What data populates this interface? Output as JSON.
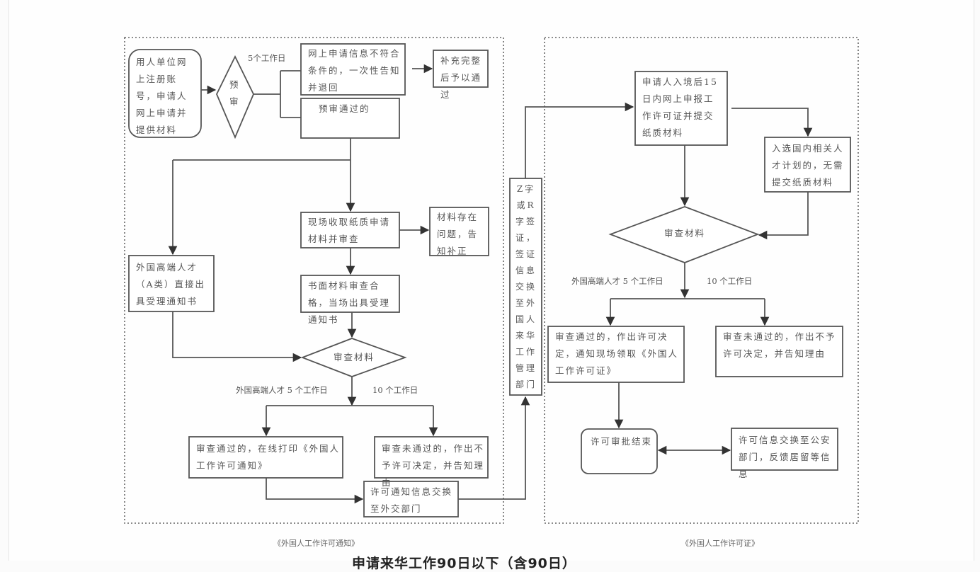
{
  "left_panel": {
    "caption": "《外国人工作许可通知》",
    "start": "用人单位网上注册账号，申请人网上申请并提供材料",
    "pre_review": "预审",
    "pre_review_days": "5个工作日",
    "reject_online": "网上申请信息不符合条件的，一次性告知并退回",
    "supplement": "补充完整后予以通过",
    "pre_review_pass": "预审通过的",
    "onsite_collect": "现场收取纸质申请材料并审查",
    "material_issue": "材料存在问题，告知补正",
    "class_a": "外国高端人才（A类）直接出具受理通知书",
    "written_ok": "书面材料审查合格，当场出具受理通知书",
    "review": "审查材料",
    "days_high_end": "外国高端人才 5 个工作日",
    "days_normal": "10 个工作日",
    "approved": "审查通过的，在线打印《外国人工作许可通知》",
    "rejected": "审查未通过的，作出不予许可决定，并告知理由",
    "exchange_foreign": "许可通知信息交换至外交部门"
  },
  "middle": {
    "visa": "Z字或R字签证，签证信息交换至外国人来华工作管理部门"
  },
  "right_panel": {
    "caption": "《外国人工作许可证》",
    "apply_after_entry": "申请人入境后15日内网上申报工作许可证并提交纸质材料",
    "talent_plan": "入选国内相关人才计划的，无需提交纸质材料",
    "review": "审查材料",
    "days_high_end": "外国高端人才 5 个工作日",
    "days_normal": "10 个工作日",
    "approved": "审查通过的，作出许可决定，通知现场领取《外国人工作许可证》",
    "rejected": "审查未通过的，作出不予许可决定，并告知理由",
    "end": "许可审批结束",
    "exchange_police": "许可信息交换至公安部门，反馈居留等信息"
  },
  "footer": {
    "title": "申请来华工作90日以下（含90日）"
  }
}
